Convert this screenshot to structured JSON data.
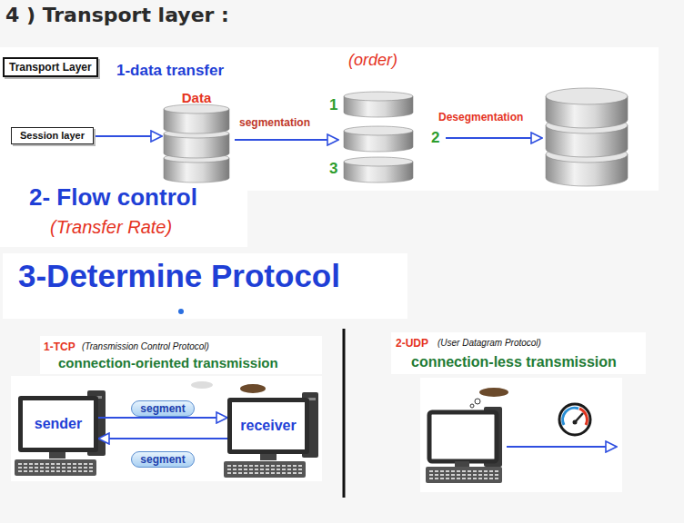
{
  "diagram": {
    "title": "4 ) Transport layer :",
    "nodes": [
      {
        "text": [
          "Transport Layer"
        ]
      },
      {
        "text": [
          "Session layer"
        ]
      },
      {
        "text": [
          "Data"
        ]
      },
      {
        "text": [
          "sender"
        ]
      },
      {
        "text": [
          "receiver"
        ]
      }
    ],
    "edges": [
      {
        "from": 1,
        "to": 2,
        "arrow": "to"
      },
      {
        "from": 3,
        "to": 4,
        "label": "segment",
        "arrow": "to"
      },
      {
        "from": 4,
        "to": 3,
        "label": "segment",
        "arrow": "to"
      }
    ],
    "labels": [
      "1-data transfer",
      "(order)",
      "segmentation",
      "1",
      "2",
      "3",
      "Desegmentation",
      "2- Flow control",
      "(Transfer Rate)",
      "3-Determine Protocol",
      "1-TCP",
      "(Transmission Control Protocol)",
      "connection-oriented transmission",
      "2-UDP",
      "(User Datagram Protocol)",
      "connection-less transmission"
    ]
  }
}
